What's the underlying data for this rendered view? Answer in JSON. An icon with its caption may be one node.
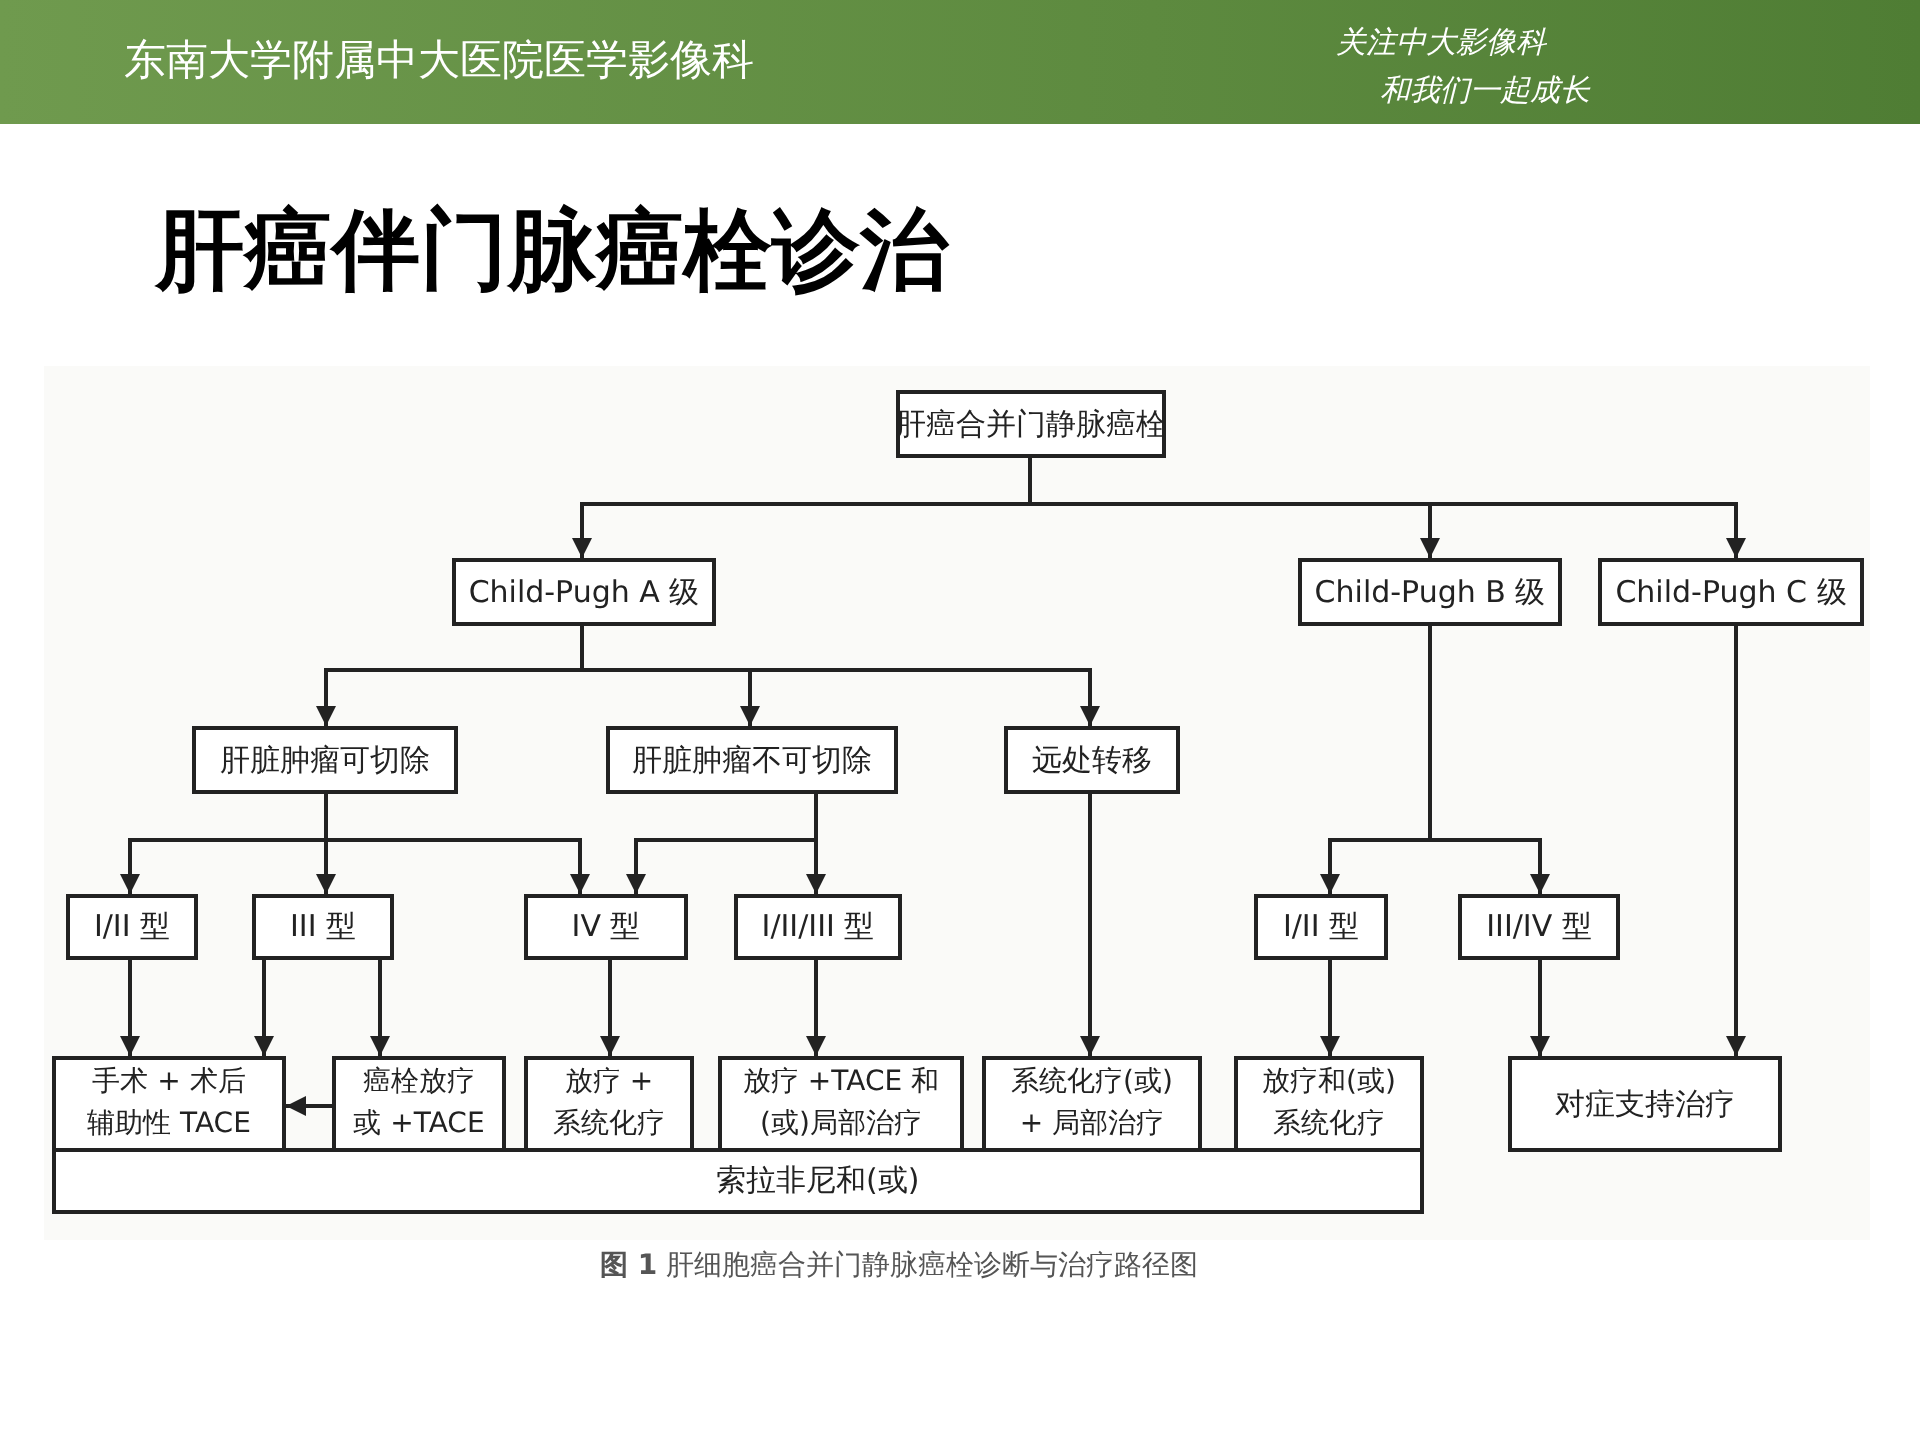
{
  "diagram": {
    "title": "肝癌伴门脉癌栓诊治",
    "caption": "**图 1** 肝细胞癌合并门静脉癌栓诊断与治疗路径图",
    "nodes": [
      {
        "text": [
          "肝癌合并门静脉癌栓"
        ]
      },
      {
        "text": [
          "Child-Pugh A 级"
        ]
      },
      {
        "text": [
          "Child-Pugh B 级"
        ]
      },
      {
        "text": [
          "Child-Pugh C 级"
        ]
      },
      {
        "text": [
          "肝脏肿瘤可切除"
        ]
      },
      {
        "text": [
          "肝脏肿瘤不可切除"
        ]
      },
      {
        "text": [
          "远处转移"
        ]
      },
      {
        "text": [
          "I/II 型"
        ]
      },
      {
        "text": [
          "III 型"
        ]
      },
      {
        "text": [
          "IV 型"
        ]
      },
      {
        "text": [
          "I/II/III 型"
        ]
      },
      {
        "text": [
          "I/II 型"
        ]
      },
      {
        "text": [
          "III/IV 型"
        ]
      },
      {
        "text": [
          "手术 + 术后辅助性 TACE"
        ]
      },
      {
        "text": [
          "癌栓放疗或 +TACE"
        ]
      },
      {
        "text": [
          "放疗 +系统化疗"
        ]
      },
      {
        "text": [
          "放疗 +TACE 和(或)局部治疗"
        ]
      },
      {
        "text": [
          "系统化疗(或)+ 局部治疗"
        ]
      },
      {
        "text": [
          "放疗和(或)系统化疗"
        ]
      },
      {
        "text": [
          "对症支持治疗"
        ]
      },
      {
        "text": [
          "索拉非尼和(或)"
        ]
      }
    ],
    "edges": [
      {
        "from": 0,
        "to": 1,
        "arrow": "to"
      },
      {
        "from": 0,
        "to": 2,
        "arrow": "to"
      },
      {
        "from": 0,
        "to": 3,
        "arrow": "to"
      },
      {
        "from": 1,
        "to": 4,
        "arrow": "to"
      },
      {
        "from": 1,
        "to": 5,
        "arrow": "to"
      },
      {
        "from": 1,
        "to": 6,
        "arrow": "to"
      },
      {
        "from": 4,
        "to": 7,
        "arrow": "to"
      },
      {
        "from": 4,
        "to": 8,
        "arrow": "to"
      },
      {
        "from": 4,
        "to": 9,
        "arrow": "to"
      },
      {
        "from": 5,
        "to": 9,
        "arrow": "to"
      },
      {
        "from": 5,
        "to": 10,
        "arrow": "to"
      },
      {
        "from": 2,
        "to": 11,
        "arrow": "to"
      },
      {
        "from": 2,
        "to": 12,
        "arrow": "to"
      },
      {
        "from": 3,
        "to": 19,
        "arrow": "to"
      },
      {
        "from": 7,
        "to": 13,
        "arrow": "to"
      },
      {
        "from": 8,
        "to": 13,
        "arrow": "to"
      },
      {
        "from": 8,
        "to": 14,
        "arrow": "to"
      },
      {
        "from": 14,
        "to": 13,
        "arrow": "to"
      },
      {
        "from": 9,
        "to": 15,
        "arrow": "to"
      },
      {
        "from": 10,
        "to": 16,
        "arrow": "to"
      },
      {
        "from": 6,
        "to": 17,
        "arrow": "to"
      },
      {
        "from": 11,
        "to": 18,
        "arrow": "to"
      },
      {
        "from": 12,
        "to": 19,
        "arrow": "to"
      }
    ],
    "labels": [
      "东南大学附属中大医院医学影像科",
      "关注中大影像科",
      "和我们一起成长"
    ]
  }
}
